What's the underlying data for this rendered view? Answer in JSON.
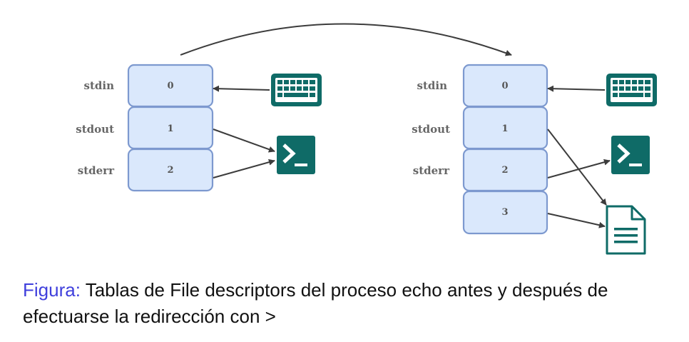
{
  "diagram": {
    "before": {
      "streams": [
        "stdin",
        "stdout",
        "stderr"
      ],
      "descriptors": [
        "0",
        "1",
        "2"
      ]
    },
    "after": {
      "streams": [
        "stdin",
        "stdout",
        "stderr"
      ],
      "descriptors": [
        "0",
        "1",
        "2",
        "3"
      ]
    },
    "icons": [
      "keyboard-icon",
      "terminal-icon",
      "file-icon"
    ],
    "colors": {
      "box_fill": "#dae8fc",
      "box_stroke": "#7d99cf",
      "icon": "#0f6b67",
      "arrow": "#3c3c3c",
      "caption_label": "#3f3fdc"
    }
  },
  "caption": {
    "label": "Figura:",
    "text": "Tablas de File descriptors del proceso echo antes y después de efectuarse la redirección con >"
  }
}
